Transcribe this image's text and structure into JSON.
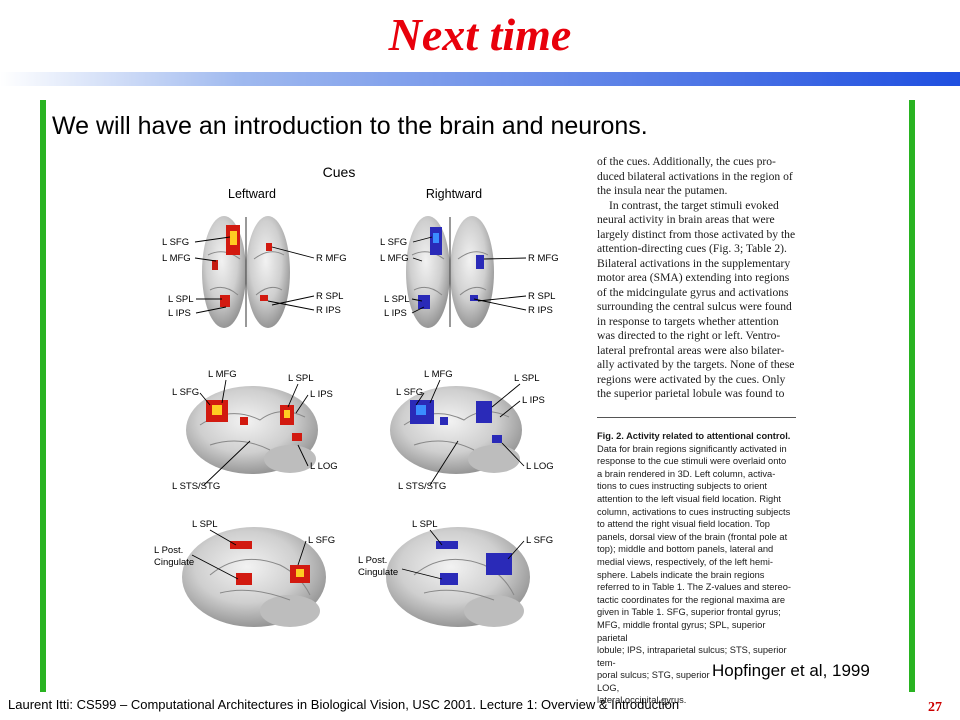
{
  "slide": {
    "title": "Next time",
    "subtitle": "We will have an introduction to the brain and neurons.",
    "credit": "Hopfinger et al, 1999",
    "footer": "Laurent Itti: CS599 – Computational Architectures in Biological Vision, USC 2001. Lecture 1: Overview & Introduction",
    "page_number": "27",
    "accent_colors": {
      "title": "#e8000b",
      "vertical_lines": "#29b321",
      "header_bar": "#1f4fe0"
    }
  },
  "figure": {
    "panel_title": "Cues",
    "col_left": "Leftward",
    "col_right": "Rightward",
    "row1_left_labels": [
      "L SFG",
      "L MFG",
      "L SPL",
      "L IPS"
    ],
    "row1_right_labels": [
      "R MFG",
      "R SPL",
      "R IPS"
    ],
    "row2_labels": [
      "L MFG",
      "L SPL",
      "L SFG",
      "L IPS",
      "L LOG",
      "L STS/STG"
    ],
    "row3_labels": [
      "L SPL",
      "L SFG",
      "L Post.",
      "Cingulate"
    ]
  },
  "paper": {
    "body_lines": [
      "of the cues. Additionally, the cues pro-",
      "duced bilateral activations in the region of",
      "the insula near the putamen.",
      "In contrast, the target stimuli evoked",
      "neural activity in brain areas that were",
      "largely distinct from those activated by the",
      "attention-directing cues (Fig. 3; Table 2).",
      "Bilateral activations in the supplementary",
      "motor area (SMA) extending into regions",
      "of the midcingulate gyrus and activations",
      "surrounding the central sulcus were found",
      "in response to targets whether attention",
      "was directed to the right or left. Ventro-",
      "lateral prefrontal areas were also bilater-",
      "ally activated by the targets. None of these",
      "regions were activated by the cues. Only",
      "the superior parietal lobule was found to"
    ],
    "caption_lines": [
      "Fig. 2. Activity related to attentional control.",
      "Data for brain regions significantly activated in",
      "response to the cue stimuli were overlaid onto",
      "a brain rendered in 3D. Left column, activa-",
      "tions to cues instructing subjects to orient",
      "attention to the left visual field location. Right",
      "column, activations to cues instructing subjects",
      "to attend the right visual field location. Top",
      "panels, dorsal view of the brain (frontal pole at",
      "top); middle and bottom panels, lateral and",
      "medial views, respectively, of the left hemi-",
      "sphere. Labels indicate the brain regions",
      "referred to in Table 1. The Z-values and stereo-",
      "tactic coordinates for the regional maxima are",
      "given in Table 1. SFG, superior frontal gyrus;",
      "MFG, middle frontal gyrus; SPL, superior parietal",
      "lobule; IPS, intraparietal sulcus; STS, superior tem-",
      "poral sulcus; STG, superior temporal gyrus; LOG,",
      "lateral occipital gyrus."
    ]
  }
}
